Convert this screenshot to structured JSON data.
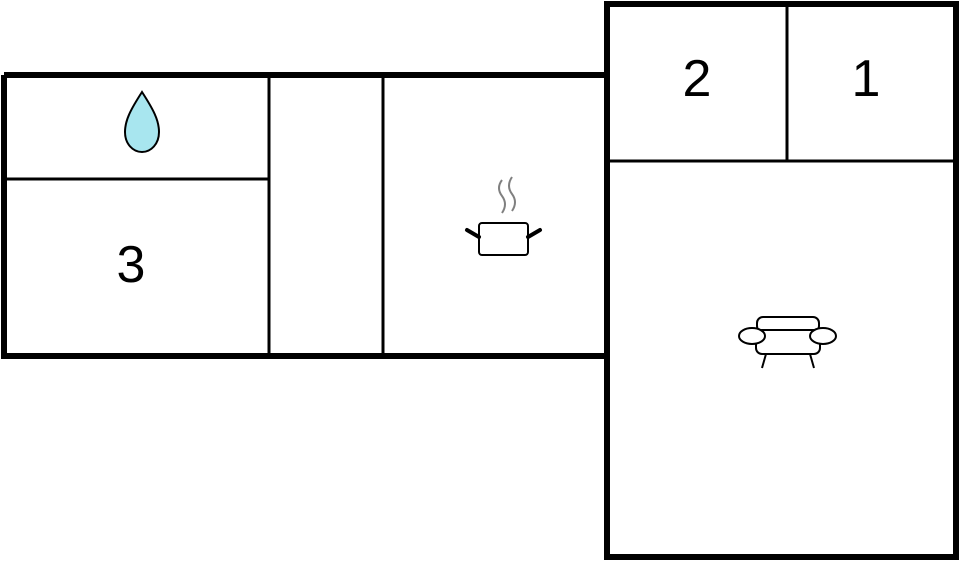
{
  "rooms": {
    "bedroom_1": {
      "number": "1"
    },
    "bedroom_2": {
      "number": "2"
    },
    "bedroom_3": {
      "number": "3"
    },
    "bathroom": {
      "icon": "water-drop-icon"
    },
    "hallway": {},
    "kitchen": {
      "icon": "cooking-pot-icon"
    },
    "living_room": {
      "icon": "sofa-icon"
    }
  },
  "colors": {
    "walls": "#000000",
    "background": "#ffffff",
    "water_drop_fill": "#a8e6ef",
    "steam": "#808080"
  }
}
